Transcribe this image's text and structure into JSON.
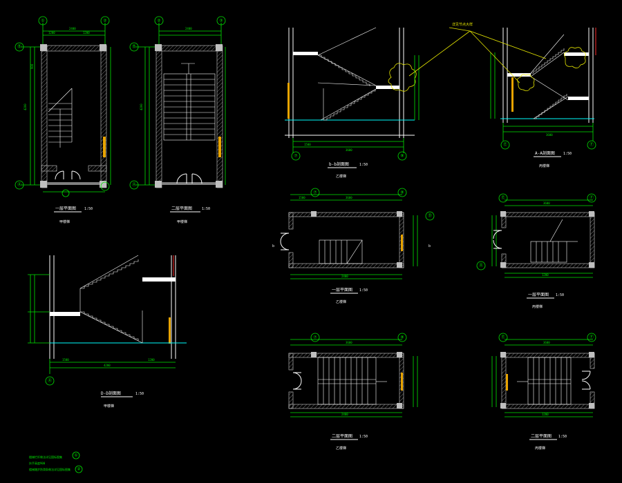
{
  "drawing": {
    "background": "#000000",
    "colors": {
      "wall": "#ffffff",
      "dimension": "#00e600",
      "axis_grid": "#00e600",
      "ground_line": "#00ffff",
      "leader": "#e8e800",
      "column": "#e8a400",
      "accent": "#ff2a2a"
    }
  },
  "views": {
    "jia_first_floor": {
      "title": "一层平面图",
      "scale": "1:50",
      "stair_name": "甲楼梯",
      "axes": [
        "①",
        "②",
        "Ⓐ",
        "Ⓑ"
      ],
      "dims": [
        "2400",
        "1200",
        "900",
        "4200"
      ]
    },
    "jia_second_floor": {
      "title": "二层平面图",
      "scale": "1:50",
      "stair_name": "甲楼梯",
      "axes": [
        "②",
        "③",
        "Ⓐ",
        "Ⓑ"
      ],
      "dims": [
        "2400",
        "1200",
        "900",
        "4200"
      ]
    },
    "jia_section": {
      "title": "D-D剖面图",
      "scale": "1:50",
      "stair_name": "甲楼梯",
      "axes": [
        "Ⓐ"
      ],
      "dims": [
        "4200",
        "1500",
        "1200"
      ]
    },
    "yi_section": {
      "title": "b-b剖面图",
      "scale": "1:50",
      "stair_name": "乙楼梯",
      "axes": [
        "⑦",
        "⑧"
      ],
      "dims": [
        "3600",
        "1500"
      ]
    },
    "bing_section": {
      "title": "A-A剖面图",
      "scale": "1:50",
      "stair_name": "丙楼梯",
      "axes": [
        "Ⓔ",
        "Ⓕ"
      ],
      "dims": [
        "3600",
        "1200"
      ]
    },
    "yi_first_floor": {
      "title": "一层平面图",
      "scale": "1:50",
      "stair_name": "乙楼梯",
      "axes": [
        "⑦",
        "⑧",
        "Ⓓ"
      ],
      "section_mark": "b",
      "dims": [
        "3600",
        "1500",
        "2400"
      ]
    },
    "bing_first_floor": {
      "title": "一层平面图",
      "scale": "1:50",
      "stair_name": "丙楼梯",
      "axes": [
        "Ⓔ",
        "Ⓕ",
        "Ⓐ"
      ],
      "dims": [
        "3600",
        "1200"
      ]
    },
    "yi_second_floor": {
      "title": "二层平面图",
      "scale": "1:50",
      "stair_name": "乙楼梯",
      "axes": [
        "⑦",
        "⑧"
      ],
      "dims": [
        "3600",
        "1500",
        "2400"
      ]
    },
    "bing_second_floor": {
      "title": "二层平面图",
      "scale": "1:50",
      "stair_name": "丙楼梯",
      "axes": [
        "Ⓔ",
        "Ⓕ"
      ],
      "dims": [
        "3600",
        "1200"
      ]
    }
  },
  "annotations": {
    "leader_note": "详见节点大样",
    "notes": [
      "楼梯栏杆做法详见国标图集",
      "扶手高度900",
      "楼梯踏步防滑条做法详见国标图集"
    ],
    "note_symbols": [
      "①",
      "②"
    ]
  }
}
